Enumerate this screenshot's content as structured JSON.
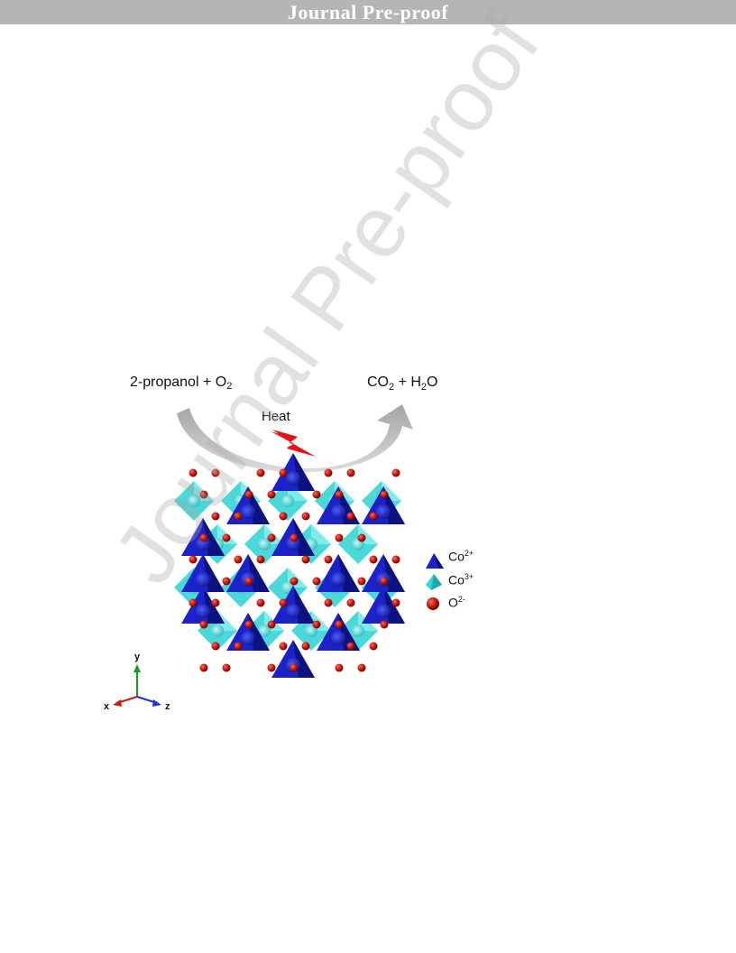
{
  "header": {
    "title": "Journal Pre-proof"
  },
  "figure": {
    "reaction": {
      "reactants": "2-propanol + O",
      "reactants_sub": "2",
      "products_co": "CO",
      "products_co_sub": "2",
      "products_h": " + H",
      "products_h_sub": "2",
      "products_o": "O",
      "condition": "Heat"
    },
    "legend": [
      {
        "label": "Co",
        "charge": "2+",
        "color": "#1a22c8",
        "icon": "tetrahedron-icon"
      },
      {
        "label": "Co",
        "charge": "3+",
        "color": "#33d6d6",
        "icon": "octahedron-icon"
      },
      {
        "label": "O",
        "charge": "2-",
        "color": "#cc1a0f",
        "icon": "sphere-icon"
      }
    ],
    "axes": {
      "x": "x",
      "y": "y",
      "z": "z"
    }
  },
  "watermark": "Journal Pre-proof"
}
